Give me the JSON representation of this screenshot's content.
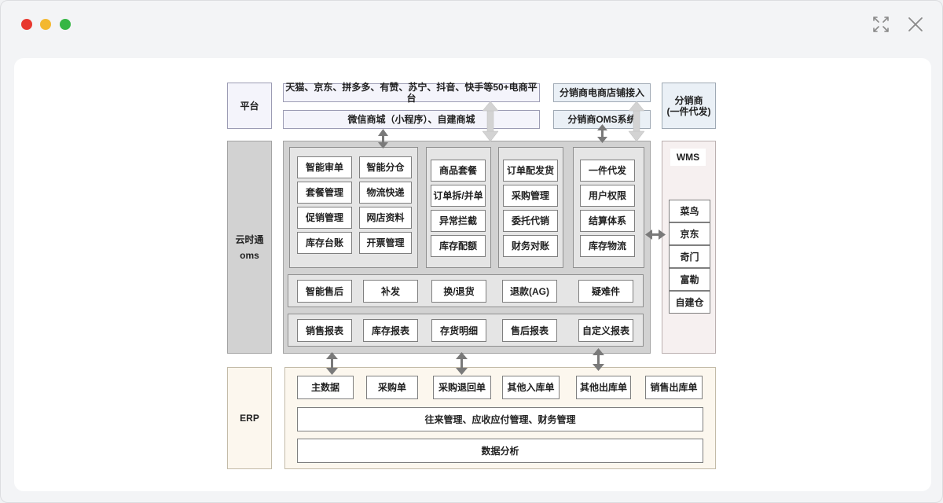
{
  "platform": {
    "label": "平台",
    "ecommerce": "天猫、京东、拼多多、有赞、苏宁、抖音、快手等50+电商平台",
    "wechat": "微信商城（小程序）、自建商城",
    "distributor_store": "分销商电商店铺接入",
    "distributor_oms": "分销商OMS系统",
    "distributor": "分销商\n(一件代发)"
  },
  "oms": {
    "label_line1": "云时通",
    "label_line2": "oms",
    "group1": [
      "智能审单",
      "智能分仓",
      "套餐管理",
      "物流快递",
      "促销管理",
      "网店资料",
      "库存台账",
      "开票管理"
    ],
    "group2": [
      "商品套餐",
      "订单拆/并单",
      "异常拦截",
      "库存配额"
    ],
    "group3": [
      "订单配发货",
      "采购管理",
      "委托代销",
      "财务对账"
    ],
    "group4": [
      "一件代发",
      "用户权限",
      "结算体系",
      "库存物流"
    ],
    "aftersales": [
      "智能售后",
      "补发",
      "换/退货",
      "退款(AG)",
      "疑难件"
    ],
    "reports": [
      "销售报表",
      "库存报表",
      "存货明细",
      "售后报表",
      "自定义报表"
    ]
  },
  "wms": {
    "title": "WMS",
    "items": [
      "菜鸟",
      "京东",
      "奇门",
      "富勒",
      "自建仓"
    ]
  },
  "erp": {
    "label": "ERP",
    "docs": [
      "主数据",
      "采购单",
      "采购退回单",
      "其他入库单",
      "其他出库单",
      "销售出库单"
    ],
    "finance": "往来管理、应收应付管理、财务管理",
    "analysis": "数据分析"
  },
  "colors": {
    "red": "#e8382f",
    "yellow": "#f4b82f",
    "green": "#35b644",
    "arrow": "#7a7a7a"
  }
}
